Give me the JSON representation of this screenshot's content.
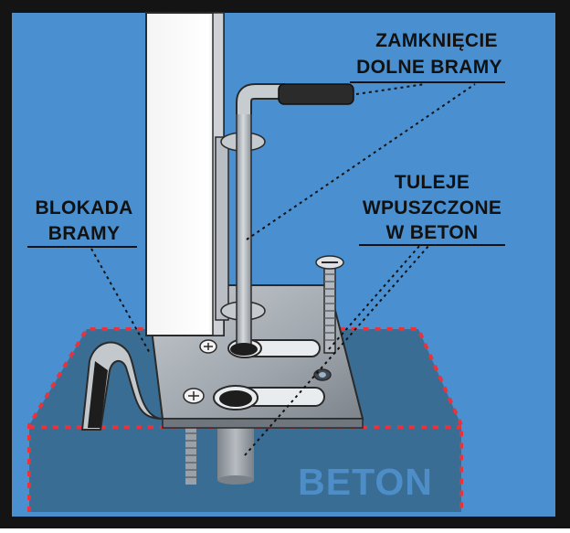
{
  "labels": {
    "zamkniecie_line1": "ZAMKNIĘCIE",
    "zamkniecie_line2": "DOLNE BRAMY",
    "tuleje_line1": "TULEJE",
    "tuleje_line2": "WPUSZCZONE",
    "tuleje_line3": "W BETON",
    "blokada_line1": "BLOKADA",
    "blokada_line2": "BRAMY",
    "beton": "BETON"
  },
  "colors": {
    "background": "#4a90d0",
    "frame": "#141414",
    "concrete": "#3a6d94",
    "concrete_outline": "#e8323c",
    "metal": "#a9b0b7",
    "beton_text": "#4d8ec8"
  }
}
